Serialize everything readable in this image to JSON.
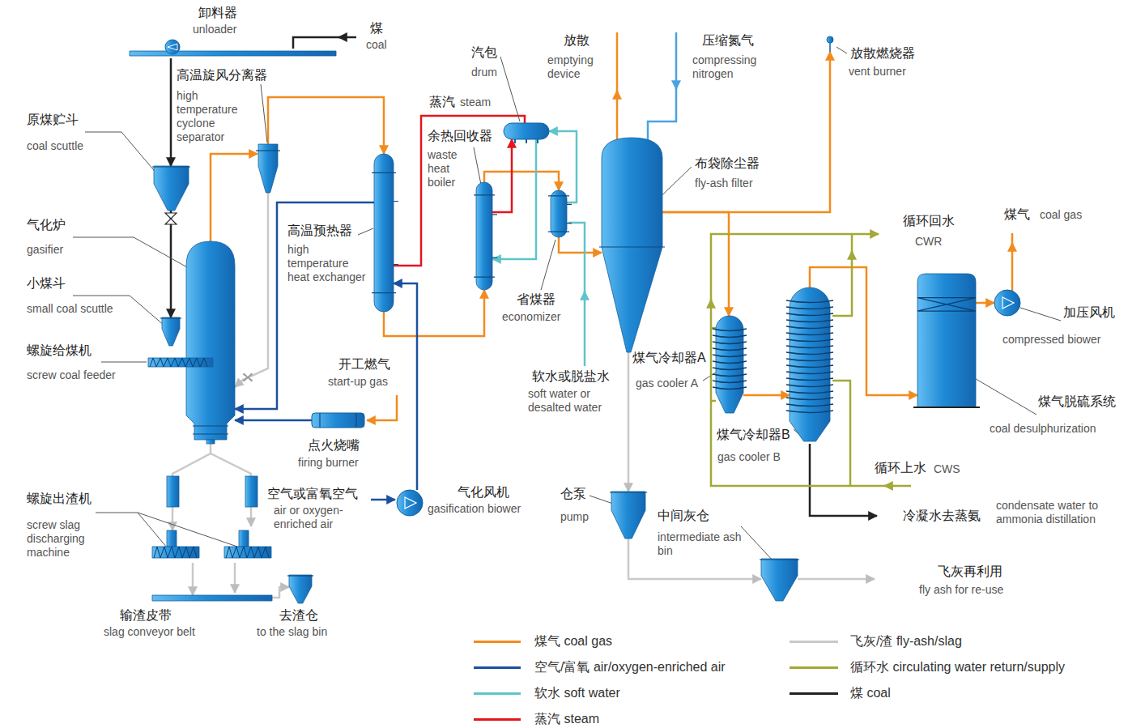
{
  "diagram": {
    "nodes": [
      {
        "text": [
          "卸料器",
          "unloader"
        ]
      },
      {
        "text": [
          "原煤贮斗",
          "coal scuttle"
        ]
      },
      {
        "text": [
          "高温旋风分离器",
          "high temperature cyclone separator"
        ]
      },
      {
        "text": [
          "气化炉",
          "gasifier"
        ]
      },
      {
        "text": [
          "小煤斗",
          "small coal scuttle"
        ]
      },
      {
        "text": [
          "螺旋给煤机",
          "screw coal feeder"
        ]
      },
      {
        "text": [
          "高温预热器",
          "high temperature heat exchanger"
        ]
      },
      {
        "text": [
          "点火烧嘴",
          "firing burner"
        ]
      },
      {
        "text": [
          "气化风机",
          "gasification biower"
        ]
      },
      {
        "text": [
          "余热回收器",
          "waste heat boiler"
        ]
      },
      {
        "text": [
          "汽包",
          "drum"
        ]
      },
      {
        "text": [
          "省煤器",
          "economizer"
        ]
      },
      {
        "text": [
          "布袋除尘器",
          "fly-ash filter"
        ]
      },
      {
        "text": [
          "放散燃烧器",
          "vent burner"
        ]
      },
      {
        "text": [
          "煤气冷却器A",
          "gas cooler A"
        ]
      },
      {
        "text": [
          "煤气冷却器B",
          "gas cooler B"
        ]
      },
      {
        "text": [
          "煤气脱硫系统",
          "coal desulphurization"
        ]
      },
      {
        "text": [
          "加压风机",
          "compressed biower"
        ]
      },
      {
        "text": [
          "仓泵",
          "pump"
        ]
      },
      {
        "text": [
          "中间灰仓",
          "intermediate ash bin"
        ]
      },
      {
        "text": [
          "螺旋出渣机",
          "screw slag discharging machine"
        ]
      },
      {
        "text": [
          "输渣皮带",
          "slag conveyor belt"
        ]
      },
      {
        "text": [
          "去渣仓",
          "to the slag bin"
        ]
      }
    ],
    "edges": [
      {
        "from": 0,
        "to": 1,
        "arrow": "to"
      },
      {
        "from": 1,
        "to": 4,
        "arrow": "to"
      },
      {
        "from": 3,
        "to": 2,
        "arrow": "to"
      },
      {
        "from": 2,
        "to": 3,
        "arrow": "to"
      },
      {
        "from": 2,
        "to": 6,
        "arrow": "to"
      },
      {
        "from": 6,
        "to": 9,
        "arrow": "to"
      },
      {
        "from": 9,
        "to": 11,
        "arrow": "to"
      },
      {
        "from": 11,
        "to": 12,
        "arrow": "to"
      },
      {
        "from": 9,
        "to": 10,
        "arrow": "to"
      },
      {
        "from": 10,
        "to": 6,
        "arrow": "none"
      },
      {
        "from": 10,
        "to": 9,
        "arrow": "to"
      },
      {
        "from": 11,
        "to": 10,
        "arrow": "to"
      },
      {
        "from": 8,
        "to": 6,
        "arrow": "to"
      },
      {
        "from": 6,
        "to": 3,
        "arrow": "to"
      },
      {
        "from": 7,
        "to": 3,
        "arrow": "to"
      },
      {
        "from": 12,
        "to": 14,
        "arrow": "to"
      },
      {
        "from": 12,
        "to": 13,
        "arrow": "to"
      },
      {
        "from": 14,
        "to": 15,
        "arrow": "to"
      },
      {
        "from": 15,
        "to": 16,
        "arrow": "to"
      },
      {
        "from": 16,
        "to": 17,
        "arrow": "to"
      },
      {
        "from": 12,
        "to": 18,
        "arrow": "to"
      },
      {
        "from": 18,
        "to": 19,
        "arrow": "to"
      },
      {
        "from": 3,
        "to": 20,
        "arrow": "to"
      },
      {
        "from": 20,
        "to": 21,
        "arrow": "to"
      },
      {
        "from": 21,
        "to": 22,
        "arrow": "to"
      }
    ],
    "labels": [
      "煤",
      "coal",
      "蒸汽",
      "steam",
      "开工燃气",
      "start-up gas",
      "空气或富氧空气",
      "air or oxygen-enriched air",
      "放散",
      "emptying device",
      "压缩氮气",
      "compressing nitrogen",
      "软水或脱盐水",
      "soft water or desalted water",
      "循环回水",
      "CWR",
      "煤气",
      "coal gas",
      "循环上水",
      "CWS",
      "冷凝水去蒸氨",
      "condensate water to ammonia distillation",
      "飞灰再利用",
      "fly ash for re-use"
    ],
    "legend": [
      {
        "text": "煤气 coal gas",
        "color": "#f28b1e"
      },
      {
        "text": "空气/富氧 air/oxygen-enriched air",
        "color": "#1d4f9e"
      },
      {
        "text": "软水 soft water",
        "color": "#5fc4c9"
      },
      {
        "text": "蒸汽 steam",
        "color": "#e3161d"
      },
      {
        "text": "飞灰/渣 fly-ash/slag",
        "color": "#c9c9c9"
      },
      {
        "text": "循环水 circulating water return/supply",
        "color": "#a3a837"
      },
      {
        "text": "煤 coal",
        "color": "#222222"
      }
    ]
  }
}
